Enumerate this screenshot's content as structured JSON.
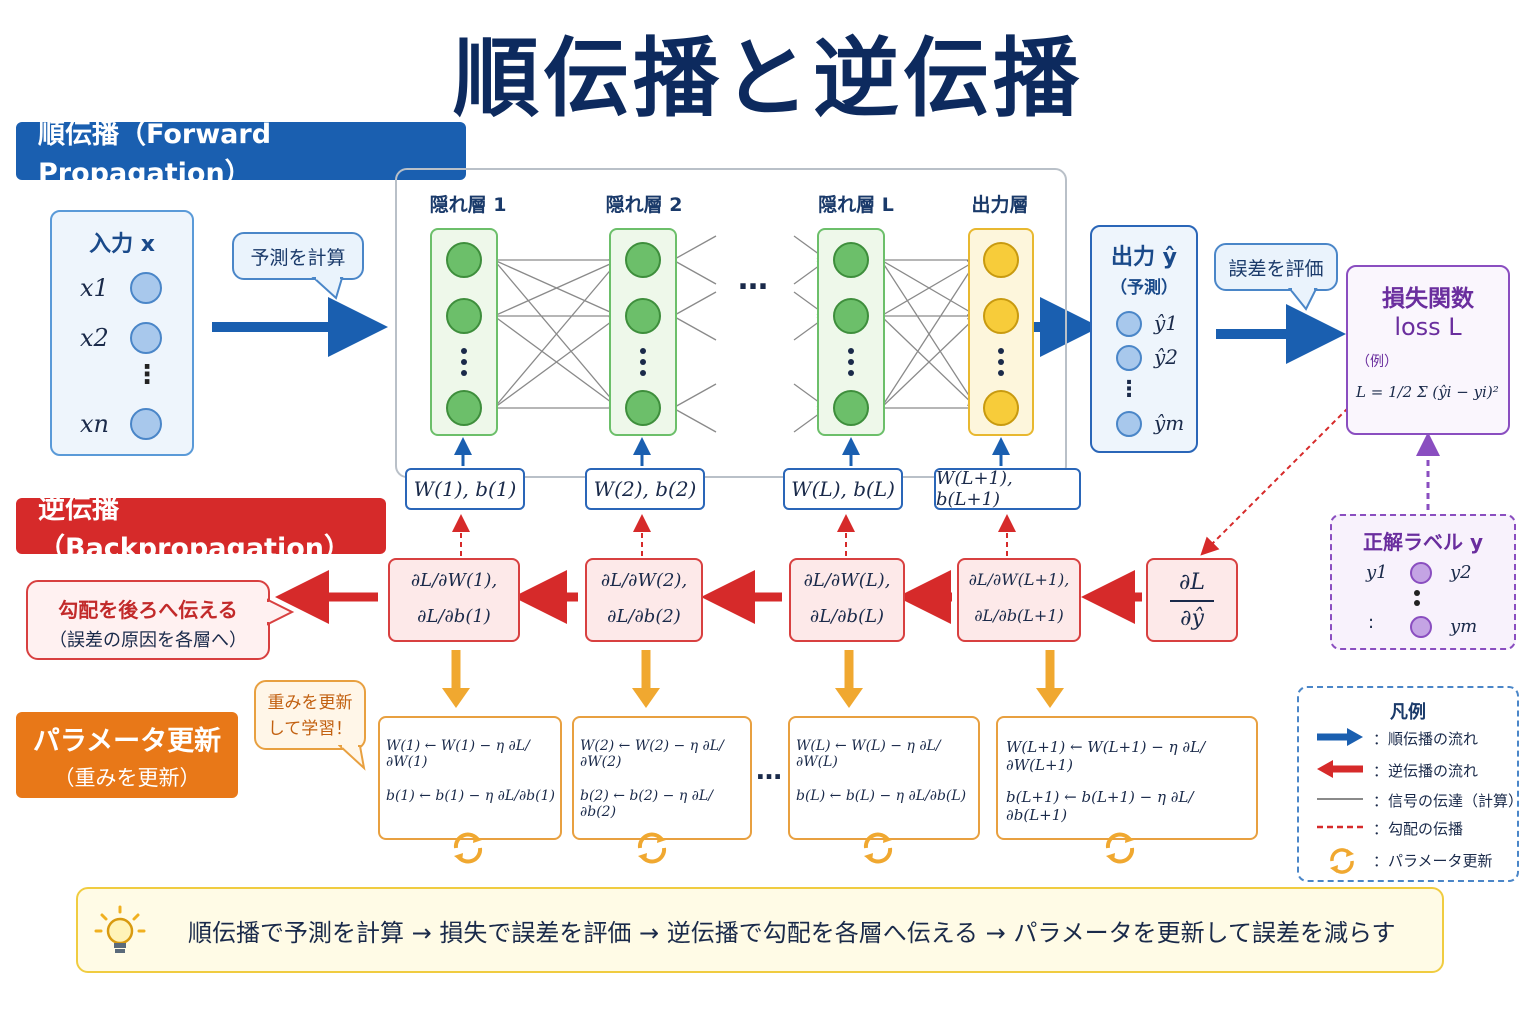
{
  "title": "順伝播と逆伝播",
  "forward": {
    "label": "順伝播（Forward Propagation）",
    "input_title": "入力 x",
    "inputs": [
      "x1",
      "x2",
      "⋮",
      "xn"
    ],
    "predict_bubble": "予測を計算",
    "layers": [
      "隠れ層 1",
      "隠れ層 2",
      "隠れ層 L",
      "出力層"
    ],
    "ellipsis": "…",
    "weights": [
      "W(1), b(1)",
      "W(2), b(2)",
      "W(L), b(L)",
      "W(L+1), b(L+1)"
    ],
    "output_title": "出力 ŷ",
    "output_sub": "（予測）",
    "outputs": [
      "ŷ1",
      "ŷ2",
      "⋮",
      "ŷm"
    ],
    "eval_bubble": "誤差を評価",
    "loss_title": "損失関数",
    "loss_name": "loss L",
    "loss_example": "（例）",
    "loss_formula": "L = 1/2 Σ (ŷi − yi)²"
  },
  "label_box": {
    "title": "正解ラベル y",
    "items": [
      "y1",
      "y2",
      ":",
      "ym"
    ]
  },
  "backward": {
    "label": "逆伝播（Backpropagation）",
    "callout_main": "勾配を後ろへ伝える",
    "callout_sub": "（誤差の原因を各層へ）",
    "grads": [
      {
        "top": "∂L/∂W(1),",
        "bottom": "∂L/∂b(1)"
      },
      {
        "top": "∂L/∂W(2),",
        "bottom": "∂L/∂b(2)"
      },
      {
        "top": "∂L/∂W(L),",
        "bottom": "∂L/∂b(L)"
      },
      {
        "top": "∂L/∂W(L+1),",
        "bottom": "∂L/∂b(L+1)"
      }
    ],
    "output_grad_top": "∂L",
    "output_grad_bottom": "∂ŷ"
  },
  "update": {
    "label": "パラメータ更新",
    "sub": "（重みを更新）",
    "callout": "重みを更新して学習！",
    "ellipsis": "…",
    "rules": [
      {
        "w": "W(1) ← W(1) − η ∂L/∂W(1)",
        "b": "b(1) ← b(1) − η ∂L/∂b(1)"
      },
      {
        "w": "W(2) ← W(2) − η ∂L/∂W(2)",
        "b": "b(2) ← b(2) − η ∂L/∂b(2)"
      },
      {
        "w": "W(L) ← W(L) − η ∂L/∂W(L)",
        "b": "b(L) ← b(L) − η ∂L/∂b(L)"
      },
      {
        "w": "W(L+1) ← W(L+1) − η ∂L/∂W(L+1)",
        "b": "b(L+1) ← b(L+1) − η ∂L/∂b(L+1)"
      }
    ]
  },
  "legend": {
    "title": "凡例",
    "items": [
      {
        "icon": "blue-arrow-icon",
        "text": "：順伝播の流れ"
      },
      {
        "icon": "red-arrow-icon",
        "text": "：逆伝播の流れ"
      },
      {
        "icon": "gray-line-icon",
        "text": "：信号の伝達（計算）"
      },
      {
        "icon": "red-dashed-line-icon",
        "text": "：勾配の伝播"
      },
      {
        "icon": "refresh-icon",
        "text": "：パラメータ更新"
      }
    ]
  },
  "summary": {
    "icon": "lightbulb-icon",
    "text": "順伝播で予測を計算 → 損失で誤差を評価 → 逆伝播で勾配を各層へ伝える → パラメータを更新して誤差を減らす"
  },
  "colors": {
    "forward": "#1a5fb0",
    "backward": "#d62a2a",
    "update": "#e87818",
    "hidden": "#6cbf6a",
    "output": "#f7cc3a",
    "loss": "#8a4ec0"
  }
}
